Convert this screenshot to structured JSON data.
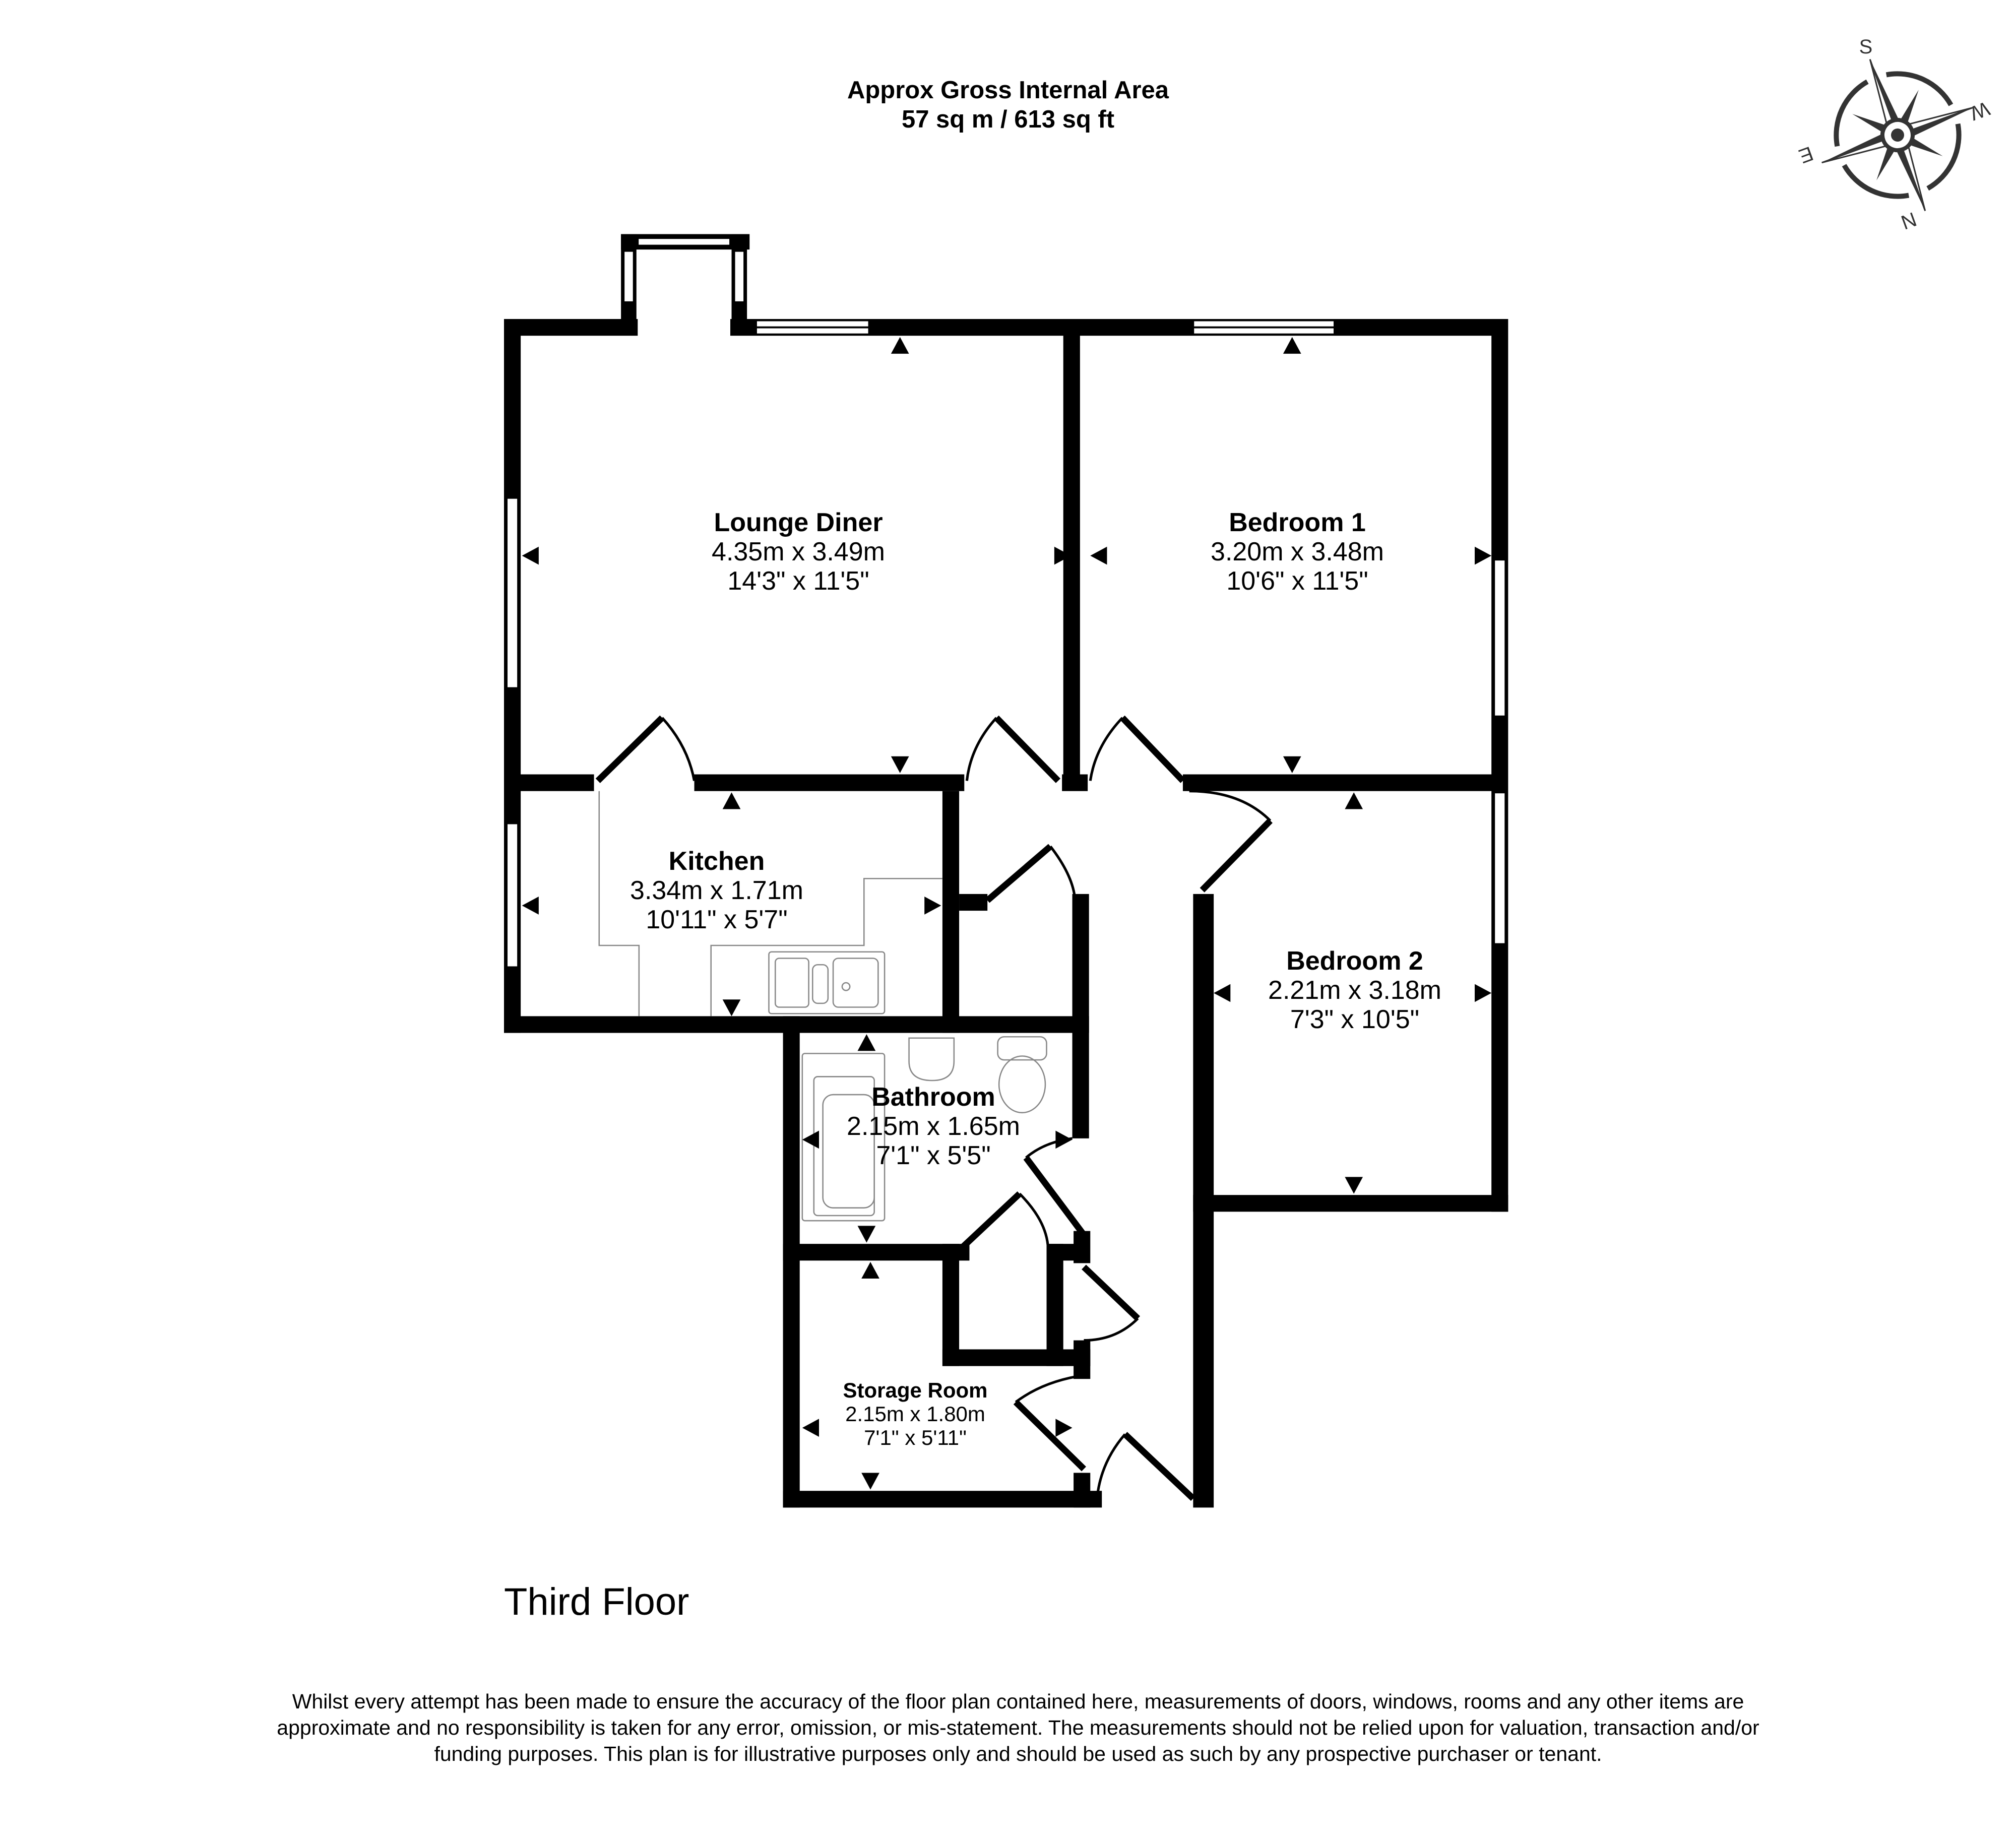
{
  "header": {
    "line1": "Approx Gross Internal Area",
    "line2": "57 sq m / 613 sq ft"
  },
  "compass": {
    "icon": "compass-rose-icon",
    "labels": {
      "s": "S",
      "w": "W",
      "e": "E",
      "n": "N"
    },
    "color": "#333333"
  },
  "rooms": {
    "lounge": {
      "name": "Lounge Diner",
      "metric": "4.35m x 3.49m",
      "imperial": "14'3\" x 11'5\""
    },
    "bedroom1": {
      "name": "Bedroom 1",
      "metric": "3.20m x 3.48m",
      "imperial": "10'6\" x 11'5\""
    },
    "kitchen": {
      "name": "Kitchen",
      "metric": "3.34m x 1.71m",
      "imperial": "10'11\" x 5'7\""
    },
    "bedroom2": {
      "name": "Bedroom 2",
      "metric": "2.21m x 3.18m",
      "imperial": "7'3\" x 10'5\""
    },
    "bathroom": {
      "name": "Bathroom",
      "metric": "2.15m x 1.65m",
      "imperial": "7'1\" x 5'5\""
    },
    "storage": {
      "name": "Storage Room",
      "metric": "2.15m x 1.80m",
      "imperial": "7'1\" x 5'11\""
    }
  },
  "floor": {
    "label": "Third Floor"
  },
  "disclaimer": {
    "text": "Whilst every attempt has been made to ensure the accuracy of the floor plan contained here, measurements of doors, windows, rooms and any other items are approximate and no responsibility is taken for any error, omission, or mis-statement. The measurements should not be relied upon for valuation, transaction and/or funding purposes. This plan is for illustrative purposes only and should be used as such by any prospective purchaser or tenant."
  },
  "colors": {
    "wall": "#000000",
    "fixture": "#888888",
    "background": "#ffffff"
  }
}
